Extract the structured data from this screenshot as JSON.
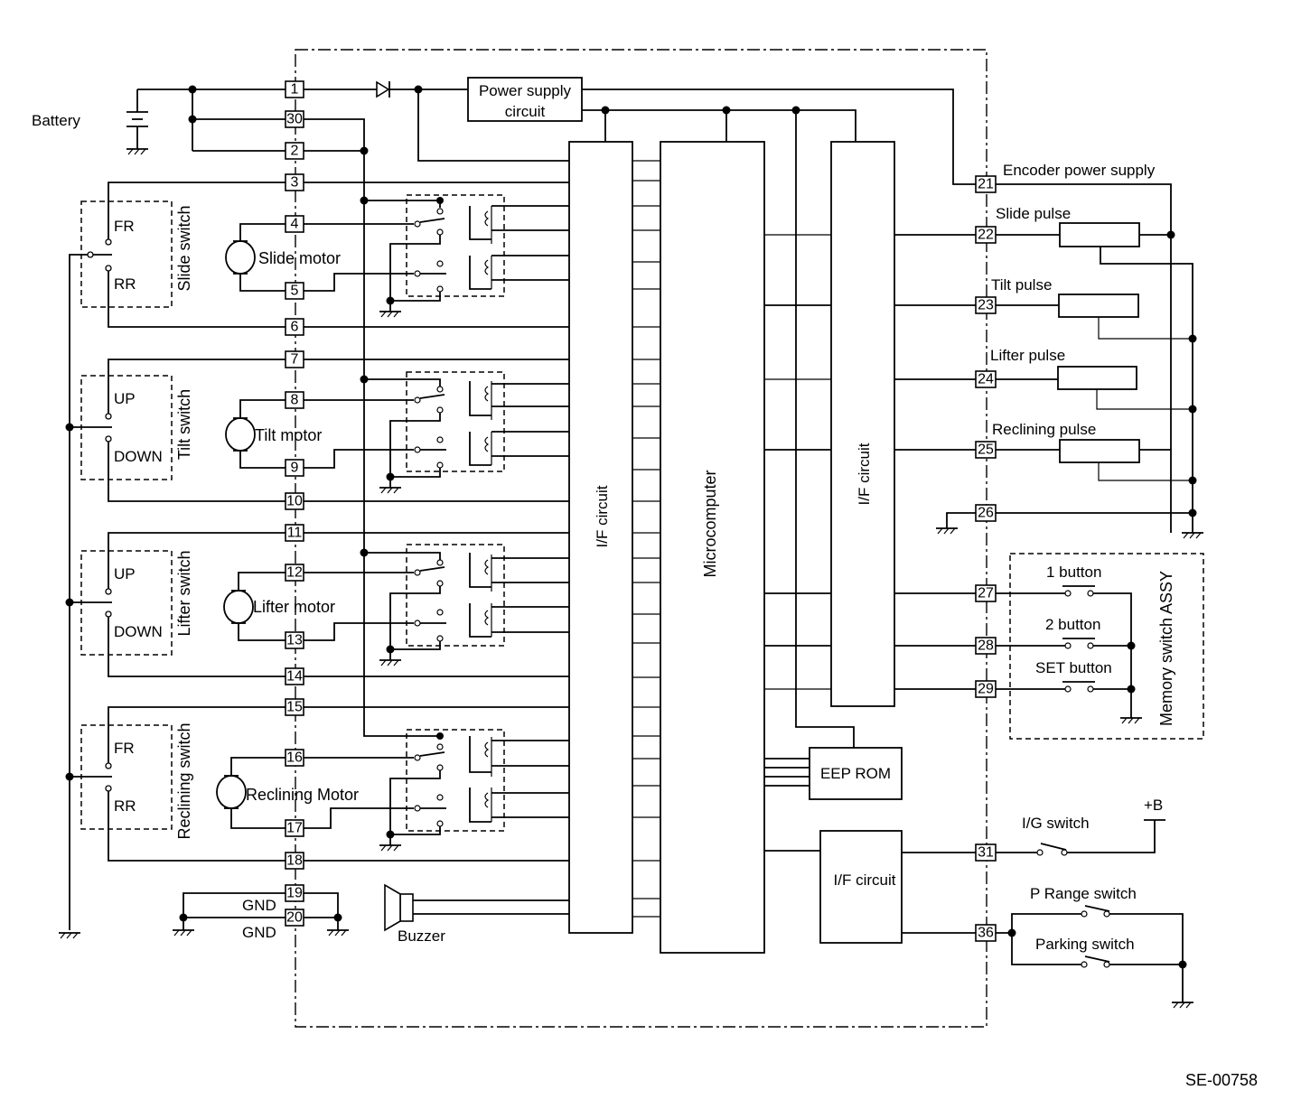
{
  "labels": {
    "battery": "Battery",
    "power_supply": [
      "Power supply",
      "circuit"
    ],
    "microcomputer": "Microcomputer",
    "if_circuit_left": "I/F circuit",
    "if_circuit_right": "I/F circuit",
    "if_circuit_bottom": "I/F circuit",
    "eeprom": "EEP ROM",
    "buzzer": "Buzzer",
    "gnd": "GND",
    "encoder_power": "Encoder power supply",
    "slide_pulse": "Slide pulse",
    "tilt_pulse": "Tilt pulse",
    "lifter_pulse": "Lifter pulse",
    "reclining_pulse": "Reclining pulse",
    "memory_switch": "Memory switch ASSY",
    "button1": "1  button",
    "button2": "2  button",
    "set_button": "SET button",
    "ig_switch": "I/G switch",
    "plus_b": "+B",
    "p_range_switch": "P Range switch",
    "parking_switch": "Parking switch",
    "diagram_code": "SE-00758"
  },
  "switches": [
    {
      "name": "Slide switch",
      "pos1": "FR",
      "pos2": "RR"
    },
    {
      "name": "Tilt switch",
      "pos1": "UP",
      "pos2": "DOWN"
    },
    {
      "name": "Lifter switch",
      "pos1": "UP",
      "pos2": "DOWN"
    },
    {
      "name": "Reclining switch",
      "pos1": "FR",
      "pos2": "RR"
    }
  ],
  "motors": [
    "Slide motor",
    "Tilt motor",
    "Lifter motor",
    "Reclining Motor"
  ],
  "pins": {
    "left": [
      "1",
      "30",
      "2",
      "3",
      "4",
      "5",
      "6",
      "7",
      "8",
      "9",
      "10",
      "11",
      "12",
      "13",
      "14",
      "15",
      "16",
      "17",
      "18",
      "19",
      "20"
    ],
    "right": [
      "21",
      "22",
      "23",
      "24",
      "25",
      "26",
      "27",
      "28",
      "29",
      "31",
      "36"
    ]
  }
}
